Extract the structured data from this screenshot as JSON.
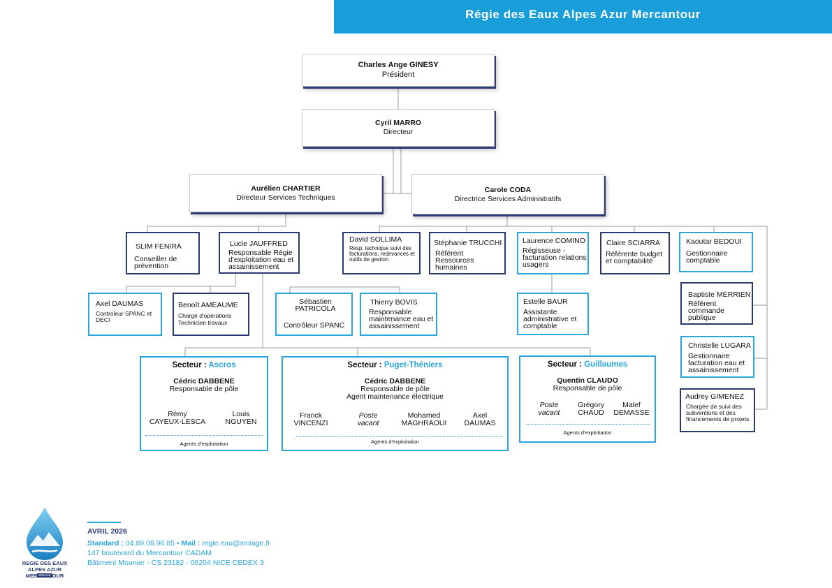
{
  "header": {
    "title": "Régie des Eaux Alpes Azur Mercantour"
  },
  "president": {
    "name": "Charles Ange GINESY",
    "role": "Président"
  },
  "director": {
    "name": "Cyril MARRO",
    "role": "Directeur"
  },
  "technical": {
    "name": "Aurélien CHARTIER",
    "role": "Directeur Services Techniques"
  },
  "admin": {
    "name": "Carole CODA",
    "role": "Directrice Services Administratifs"
  },
  "slim": {
    "name": "SLIM FENIRA",
    "role": "Conseiller de prévention"
  },
  "lucie": {
    "name": "Lucie JAUFFRED",
    "role": "Responsable Régie d'exploitation eau et assainissement"
  },
  "axel_spanc": {
    "name": "Axel DAUMAS",
    "role": "Controleur SPANC et DECI"
  },
  "benoit": {
    "name": "Benoît AMEAUME",
    "role": "Chargé d'opérations Technicien travaux"
  },
  "sebastien": {
    "name": "Sébastien PATRICOLA",
    "role": "Contrôleur SPANC"
  },
  "thierry": {
    "name": "Thierry BOVIS",
    "role": "Responsable maintenance eau et assainissement"
  },
  "david": {
    "name": "David SOLLIMA",
    "role": "Resp. technique suivi des facturations, redevances et outils de gestion"
  },
  "stephanie": {
    "name": "Stéphanie TRUCCHI",
    "role": "Référent Ressources humaines"
  },
  "laurence": {
    "name": "Laurence COMINO",
    "role": "Régisseuse - facturation relations usagers"
  },
  "estelle": {
    "name": "Estelle BAUR",
    "role": "Assistante administrative et comptable"
  },
  "claire": {
    "name": "Claire SCIARRA",
    "role": "Référente budget et comptabilité"
  },
  "kaoutar": {
    "name": "Kaoutar BEDOUI",
    "role": "Gestionnaire comptable"
  },
  "baptiste": {
    "name": "Baptiste MERRIEN",
    "role": "Référent commande publique"
  },
  "christelle": {
    "name": "Christelle LUGARA",
    "role": "Gestionnaire facturation eau et assainissement"
  },
  "audrey": {
    "name": "Audrey GIMENEZ",
    "role": "Chargée de suivi des subventions et des financements de projets"
  },
  "sectors": {
    "prefix": "Secteur :",
    "agents_label": "Agents d'exploitation",
    "ascros": {
      "name": "Ascros",
      "lead_name": "Cédric DABBENE",
      "lead_role": "Responsable de pôle",
      "agents": [
        {
          "first": "Rémy",
          "last": "CAYEUX-LESCA"
        },
        {
          "first": "Louis",
          "last": "NGUYEN"
        }
      ]
    },
    "puget": {
      "name": "Puget-Théniers",
      "lead_name": "Cédric DABBENE",
      "lead_role": "Responsable de pôle",
      "lead_role2": "Agent maintenance électrique",
      "agents": [
        {
          "first": "Franck",
          "last": "VINCENZI"
        },
        {
          "first": "Poste",
          "last": "vacant"
        },
        {
          "first": "Mohamed",
          "last": "MAGHRAOUI"
        },
        {
          "first": "Axel",
          "last": "DAUMAS"
        }
      ]
    },
    "guillaumes": {
      "name": "Guillaumes",
      "lead_name": "Quentin CLAUDO",
      "lead_role": "Responsable de pôle",
      "agents": [
        {
          "first": "Poste",
          "last": "vacant"
        },
        {
          "first": "Grégory",
          "last": "CHAUD"
        },
        {
          "first": "Malef",
          "last": "DEMASSE"
        }
      ]
    }
  },
  "footer": {
    "date": "AVRIL 2026",
    "standard_label": "Standard :",
    "phone": "04.89.08.96.85",
    "mail_label": "Mail :",
    "email": "regie.eau@smiage.fr",
    "address1": "147 boulevard du Mercantour CADAM",
    "address2": "Bâtiment Mounier - CS 23182 - 06204 NICE CEDEX 3"
  },
  "logo": {
    "line1": "REGIE DES EAUX",
    "line2": "ALPES AZUR MERCANTOUR",
    "badge": "SMIAGE"
  },
  "colors": {
    "banner": "#1a9ed9",
    "accent": "#2aa6dc",
    "navy": "#2b3a73"
  }
}
